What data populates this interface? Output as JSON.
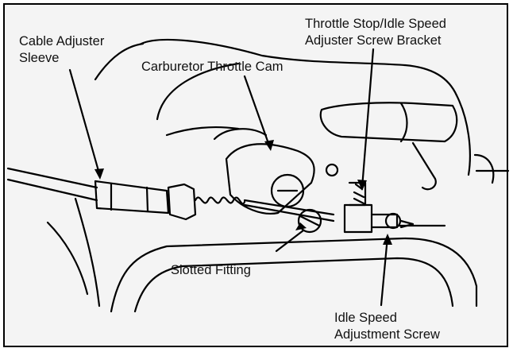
{
  "figure": {
    "labels": {
      "cable_adjuster_sleeve": "Cable Adjuster\nSleeve",
      "carburetor_throttle_cam": "Carburetor Throttle Cam",
      "throttle_stop_bracket": "Throttle Stop/Idle Speed\nAdjuster Screw Bracket",
      "slotted_fitting": "Slotted Fitting",
      "idle_speed_adjustment_screw": "Idle Speed\nAdjustment Screw"
    },
    "colors": {
      "line": "#000000",
      "background": "#f4f4f4",
      "text": "#111111"
    }
  }
}
